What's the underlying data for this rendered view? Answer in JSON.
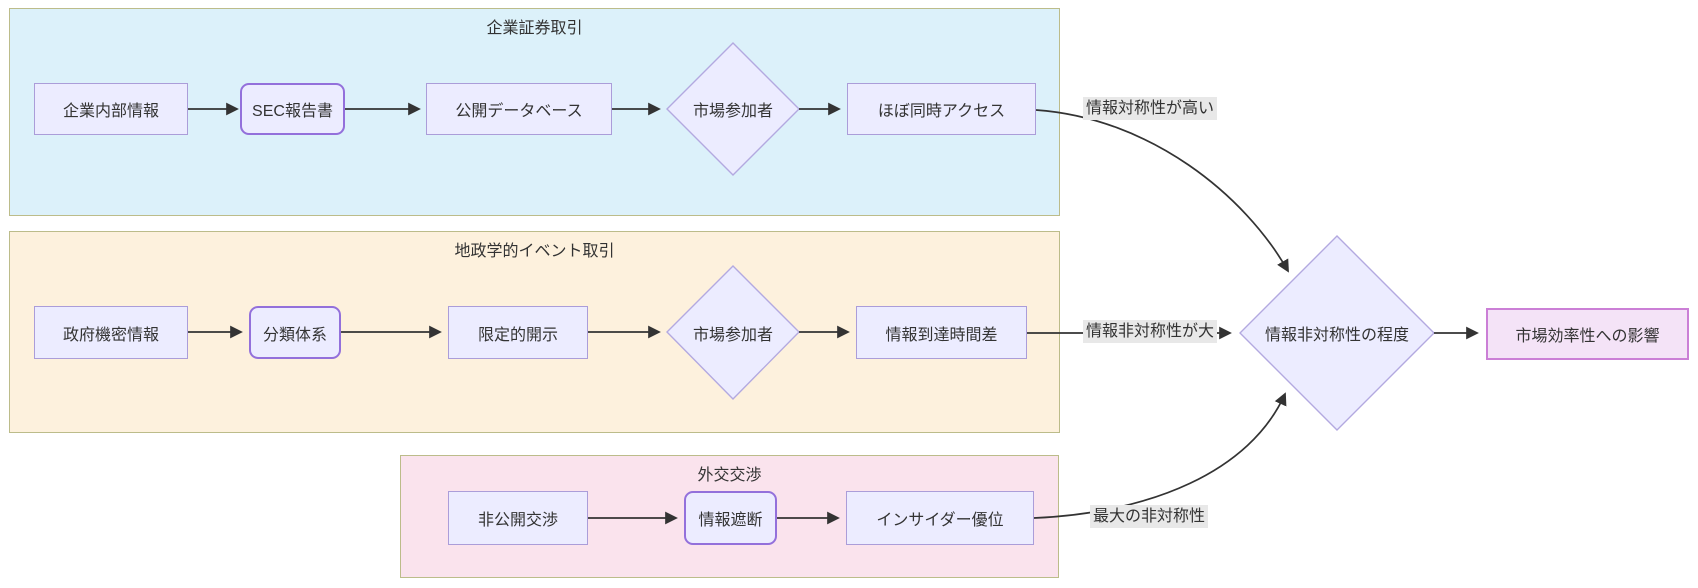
{
  "diagram": {
    "groups": [
      {
        "title": "企業証券取引"
      },
      {
        "title": "地政学的イベント取引"
      },
      {
        "title": "外交交渉"
      }
    ],
    "nodes": {
      "corp_info": "企業内部情報",
      "sec_report": "SEC報告書",
      "public_db": "公開データベース",
      "market_participants_1": "市場参加者",
      "simul_access": "ほぼ同時アクセス",
      "gov_secret": "政府機密情報",
      "classification": "分類体系",
      "limited_disclosure": "限定的開示",
      "market_participants_2": "市場参加者",
      "arrival_lag": "情報到達時間差",
      "private_negotiation": "非公開交渉",
      "info_blackout": "情報遮断",
      "insider_advantage": "インサイダー優位",
      "asymmetry_degree": "情報非対称性の程度",
      "market_efficiency": "市場効率性への影響"
    },
    "edges": [
      {
        "from": "corp_info",
        "to": "sec_report"
      },
      {
        "from": "sec_report",
        "to": "public_db"
      },
      {
        "from": "public_db",
        "to": "market_participants_1"
      },
      {
        "from": "market_participants_1",
        "to": "simul_access"
      },
      {
        "from": "simul_access",
        "to": "asymmetry_degree",
        "label": "情報対称性が高い"
      },
      {
        "from": "gov_secret",
        "to": "classification"
      },
      {
        "from": "classification",
        "to": "limited_disclosure"
      },
      {
        "from": "limited_disclosure",
        "to": "market_participants_2"
      },
      {
        "from": "market_participants_2",
        "to": "arrival_lag"
      },
      {
        "from": "arrival_lag",
        "to": "asymmetry_degree",
        "label": "情報非対称性が大"
      },
      {
        "from": "private_negotiation",
        "to": "info_blackout"
      },
      {
        "from": "info_blackout",
        "to": "insider_advantage"
      },
      {
        "from": "insider_advantage",
        "to": "asymmetry_degree",
        "label": "最大の非対称性"
      },
      {
        "from": "asymmetry_degree",
        "to": "market_efficiency"
      }
    ],
    "colors": {
      "group1_fill": "#dcf1fa",
      "group2_fill": "#fdf1dd",
      "group3_fill": "#fae3ed",
      "group_border": "#bcbc8a",
      "node_fill": "#ececff",
      "node_border": "#ab9dd9",
      "emph_border": "#9370db",
      "diamond_border": "#b3a9e0",
      "result_fill": "#f4e3f7",
      "result_border": "#cb7fd6",
      "line": "#333333",
      "label_bg": "#e8e8e8",
      "text": "#333333"
    }
  }
}
